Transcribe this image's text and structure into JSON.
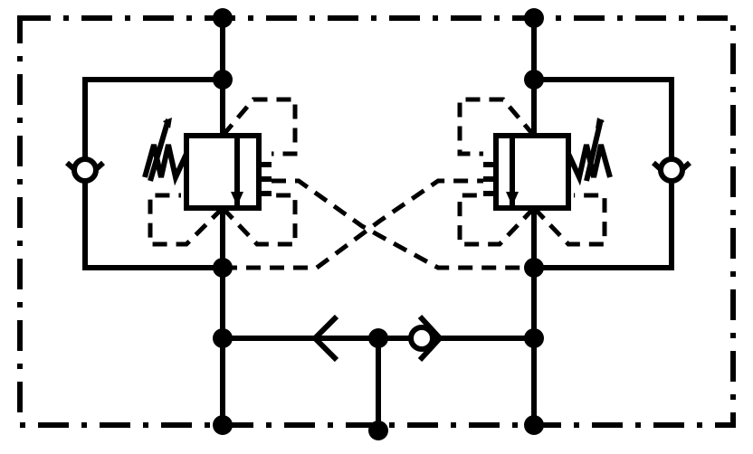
{
  "diagram": {
    "kind": "hydraulic-schematic",
    "description_visible_text": "",
    "stroke_color": "#000000",
    "background_color": "#ffffff",
    "components": [
      "enclosure-boundary",
      "left-relief-valve",
      "right-relief-valve",
      "left-check-valve",
      "right-check-valve",
      "shuttle-check-valve",
      "cross-pilot-lines"
    ]
  }
}
